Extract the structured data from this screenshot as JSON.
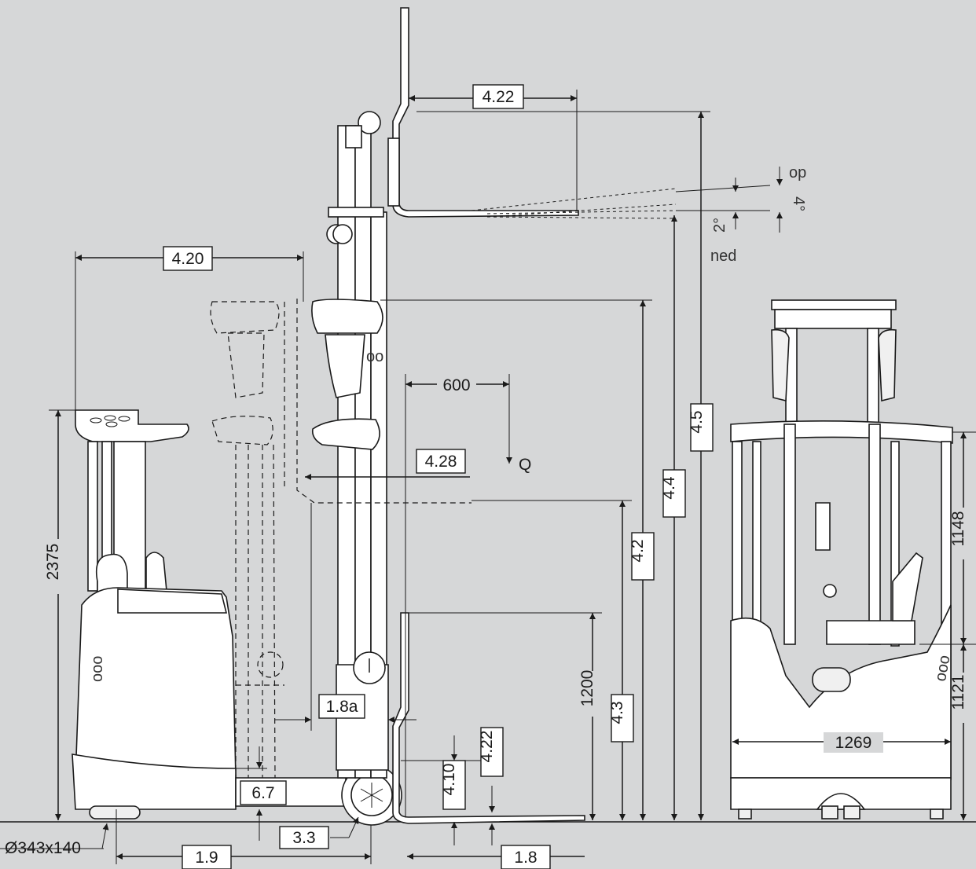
{
  "diagram": {
    "labels": {
      "fork_reach_top": "4.22",
      "reach_overall": "4.20",
      "load_centre": "600",
      "load_symbol": "Q",
      "reach_mid": "4.28",
      "tilt_up": "op",
      "tilt_up_angle": "4°",
      "tilt_down_angle": "2°",
      "tilt_down": "ned",
      "height_4_5": "4.5",
      "height_4_4": "4.4",
      "height_4_2": "4.2",
      "height_4_3": "4.3",
      "fork_box_1200": "1200",
      "fork_thickness": "4.22",
      "ground_clearance_fork": "4.10",
      "overhead_guard": "2375",
      "dim_1_8a": "1.8a",
      "dim_6_7": "6.7",
      "dim_3_3": "3.3",
      "wheel_size": "Ø343x140",
      "dim_1_9": "1.9",
      "dim_1_8": "1.8",
      "front_width": "1269",
      "front_height_1148": "1148",
      "front_height_1121": "1121"
    }
  }
}
